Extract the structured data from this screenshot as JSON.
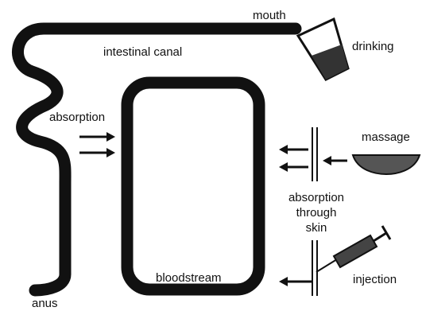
{
  "labels": {
    "mouth": "mouth",
    "drinking": "drinking",
    "intestinal_canal": "intestinal canal",
    "absorption": "absorption",
    "massage": "massage",
    "absorption_through_skin": [
      "absorption",
      "through",
      "skin"
    ],
    "bloodstream": "bloodstream",
    "injection": "injection",
    "anus": "anus"
  },
  "colors": {
    "ink": "#111111",
    "background": "#ffffff",
    "liquid": "#333333"
  }
}
